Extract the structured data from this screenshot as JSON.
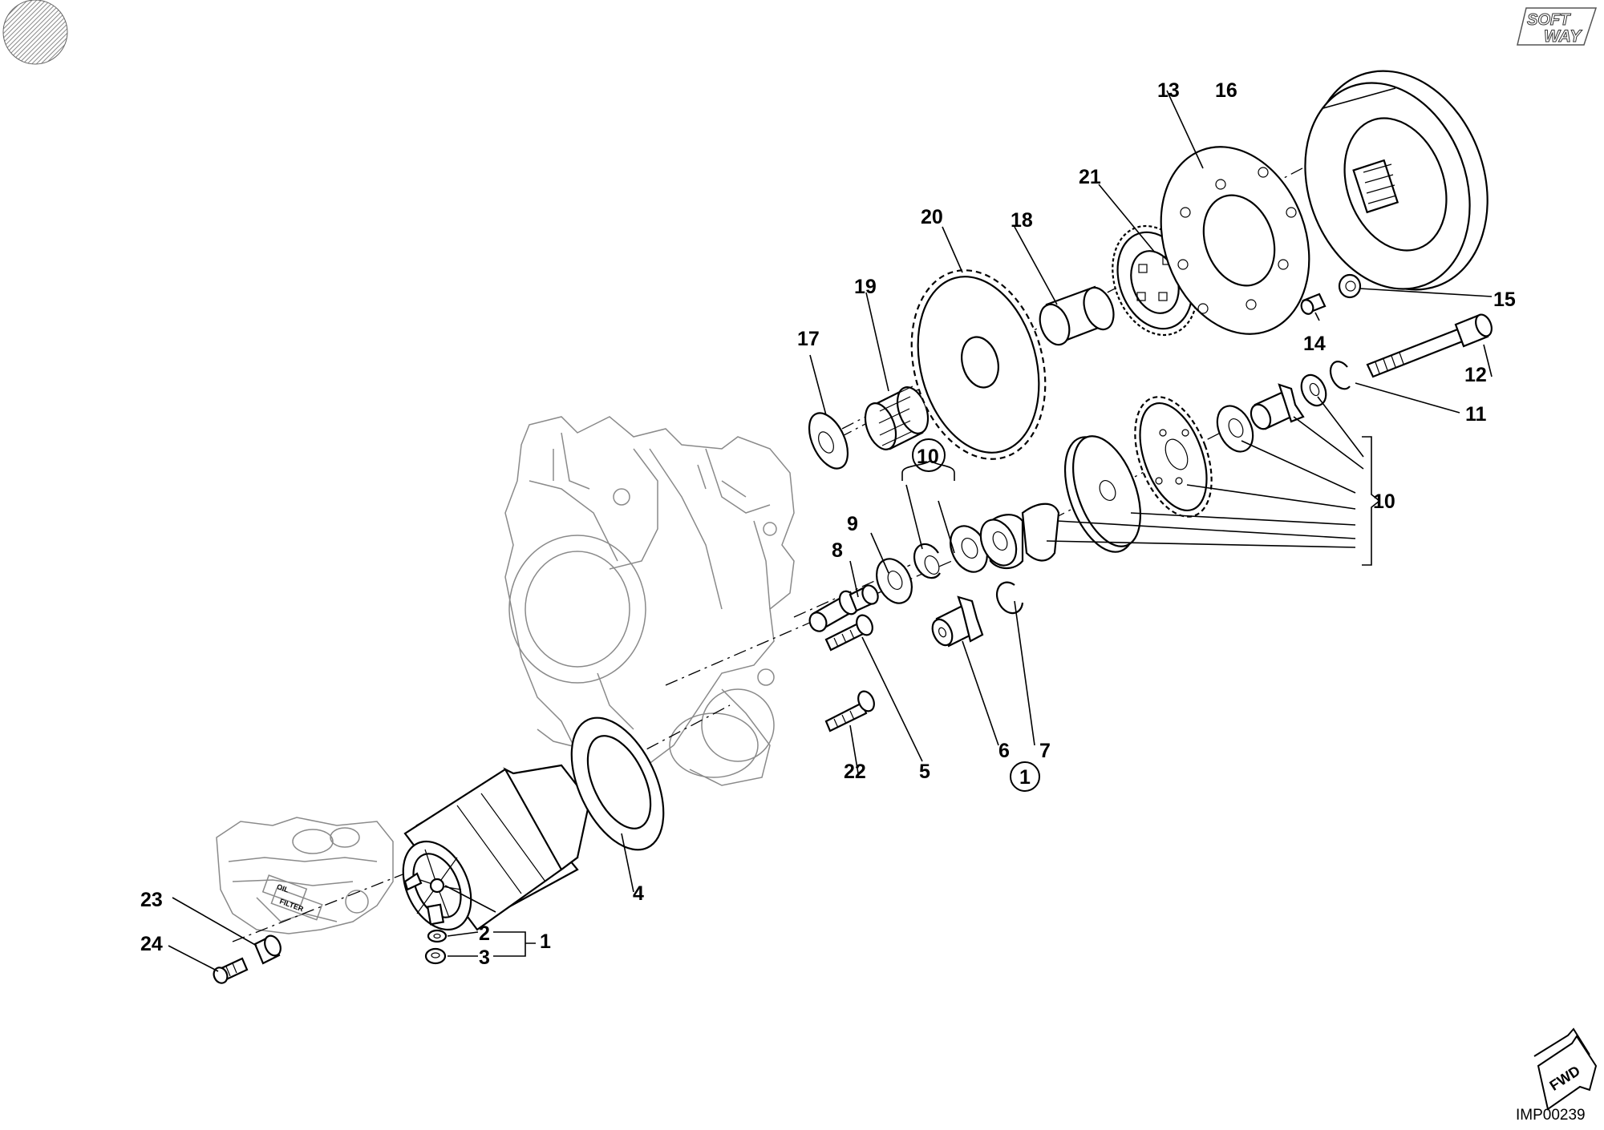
{
  "callouts": [
    {
      "num": "1"
    },
    {
      "num": "2"
    },
    {
      "num": "3"
    },
    {
      "num": "4"
    },
    {
      "num": "5"
    },
    {
      "num": "6"
    },
    {
      "num": "7"
    },
    {
      "num": "8"
    },
    {
      "num": "9"
    },
    {
      "num": "10"
    },
    {
      "num": "11"
    },
    {
      "num": "12"
    },
    {
      "num": "13"
    },
    {
      "num": "14"
    },
    {
      "num": "15"
    },
    {
      "num": "16"
    },
    {
      "num": "17"
    },
    {
      "num": "18"
    },
    {
      "num": "19"
    },
    {
      "num": "20"
    },
    {
      "num": "21"
    },
    {
      "num": "22"
    },
    {
      "num": "23"
    },
    {
      "num": "24"
    }
  ],
  "circled_refs": {
    "kit_ref": "10",
    "group_ref": "1"
  },
  "engine_labels": {
    "oil": "OIL",
    "filter": "FILTER"
  },
  "logo": {
    "top": "SOFT",
    "bottom": "WAY"
  },
  "fwd_label": "FWD",
  "drawing_code": "IMP00239"
}
